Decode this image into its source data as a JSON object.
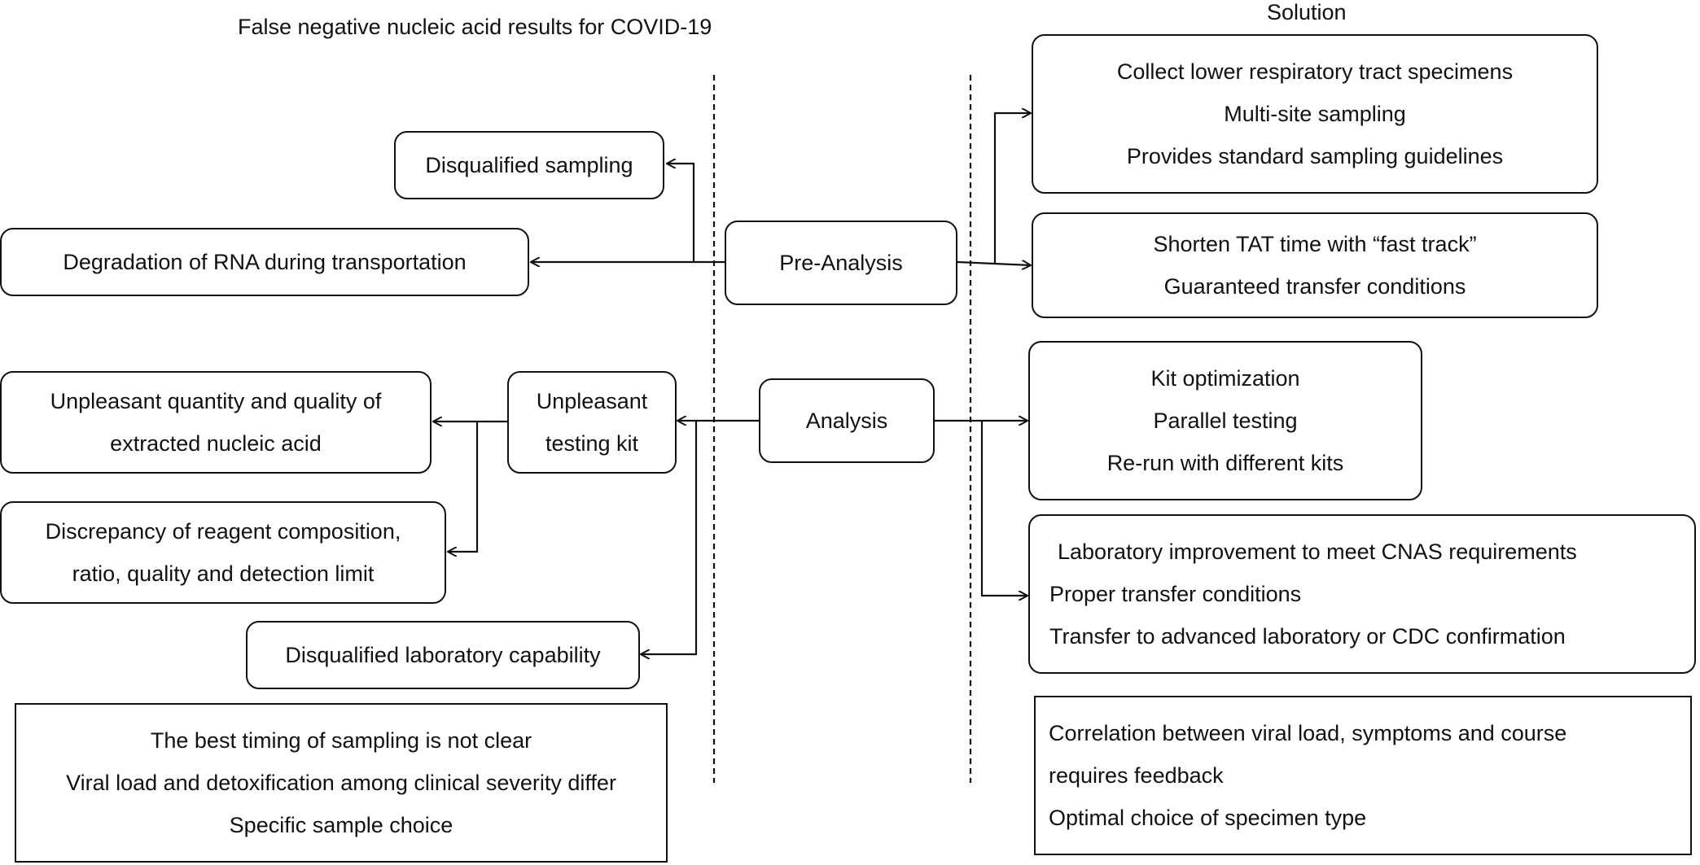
{
  "headers": {
    "left": "False negative nucleic acid results for COVID-19",
    "right": "Solution"
  },
  "stages": {
    "pre_analysis": "Pre-Analysis",
    "analysis": "Analysis"
  },
  "causes": {
    "disqualified_sampling": "Disqualified sampling",
    "rna_degradation": "Degradation of RNA during transportation",
    "testing_kit": [
      "Unpleasant",
      "testing kit"
    ],
    "extracted_nucleic_acid": [
      "Unpleasant quantity and quality of",
      "extracted nucleic acid"
    ],
    "reagent_discrepancy": [
      "Discrepancy of reagent composition,",
      "ratio, quality and detection limit"
    ],
    "lab_capability": "Disqualified laboratory capability",
    "unclear_factors": [
      "The best timing of sampling is not clear",
      "Viral load and detoxification among clinical severity differ",
      "Specific sample choice"
    ]
  },
  "solutions": {
    "sampling": [
      "Collect lower respiratory tract specimens",
      "Multi-site sampling",
      "Provides standard sampling guidelines"
    ],
    "transport": [
      "Shorten TAT time with “fast track”",
      "Guaranteed transfer conditions"
    ],
    "kits": [
      "Kit optimization",
      "Parallel testing",
      "Re-run with different kits"
    ],
    "laboratory": [
      "Laboratory improvement to meet CNAS requirements",
      "Proper transfer conditions",
      "Transfer to advanced laboratory or CDC confirmation"
    ],
    "feedback": [
      "Correlation between viral load, symptoms and course",
      "requires feedback",
      "Optimal choice of specimen type"
    ]
  }
}
